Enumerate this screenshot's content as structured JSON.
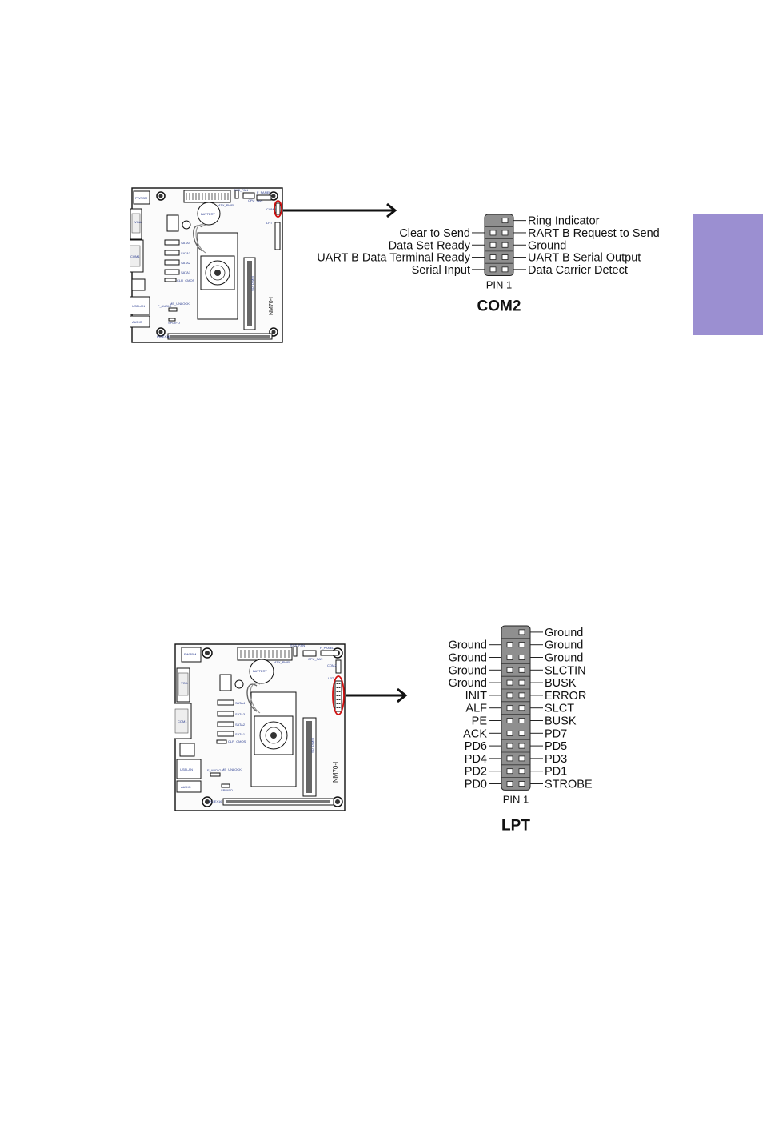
{
  "accent_color": "#9b8fd1",
  "com2": {
    "title": "COM2",
    "pin1_label": "PIN 1",
    "rows": [
      {
        "left": "",
        "right": "Ring Indicator"
      },
      {
        "left": "Clear to Send",
        "right": "RART B Request to Send"
      },
      {
        "left": "Data Set Ready",
        "right": "Ground"
      },
      {
        "left": "UART B Data Terminal Ready",
        "right": "UART B Serial Output"
      },
      {
        "left": "Serial Input",
        "right": "Data Carrier Detect"
      }
    ]
  },
  "lpt": {
    "title": "LPT",
    "pin1_label": "PIN 1",
    "rows": [
      {
        "left": "",
        "right": "Ground"
      },
      {
        "left": "Ground",
        "right": "Ground"
      },
      {
        "left": "Ground",
        "right": "Ground"
      },
      {
        "left": "Ground",
        "right": "SLCTIN"
      },
      {
        "left": "Ground",
        "right": "BUSK"
      },
      {
        "left": "INIT",
        "right": "ERROR"
      },
      {
        "left": "ALF",
        "right": "SLCT"
      },
      {
        "left": "PE",
        "right": "BUSK"
      },
      {
        "left": "ACK",
        "right": "PD7"
      },
      {
        "left": "PD6",
        "right": "PD5"
      },
      {
        "left": "PD4",
        "right": "PD3"
      },
      {
        "left": "PD2",
        "right": "PD1"
      },
      {
        "left": "PD0",
        "right": "STROBE"
      }
    ]
  },
  "board_labels": {
    "power": "PWRBM",
    "vga": "VGA",
    "com1": "COM1",
    "usblan": "USBLAN",
    "audio": "AUDIO",
    "battery": "BATTERY",
    "atx": "ATX_PWR",
    "sata4": "SATA4",
    "sata3": "SATA3",
    "sata2": "SATA2",
    "sata1": "SATA1",
    "pcie": "PCIEX16",
    "sodimm": "SO_DIMM",
    "model": "NM70-I",
    "faudio": "F_AUDIO",
    "me_unlock": "ME_UNLOCK",
    "spdif": "SPDIFO",
    "clr": "CLR_CMOS",
    "com2": "COM2",
    "lpt": "LPT",
    "sys_fan": "SYS_FAN",
    "cpu_fan": "CPU_FAN",
    "f_panel": "F_PANEL"
  }
}
